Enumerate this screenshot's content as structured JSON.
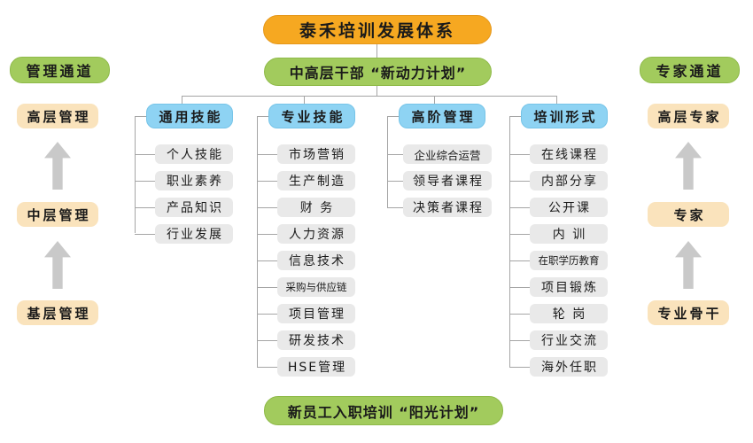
{
  "title": "泰禾培训发展体系",
  "subtitle": "中高层干部 “新动力计划”",
  "footer": "新员工入职培训 “阳光计划”",
  "left_channel": {
    "title": "管理通道",
    "levels": [
      "高层管理",
      "中层管理",
      "基层管理"
    ]
  },
  "right_channel": {
    "title": "专家通道",
    "levels": [
      "高层专家",
      "专家",
      "专业骨干"
    ]
  },
  "columns": [
    {
      "header": "通用技能",
      "items": [
        "个人技能",
        "职业素养",
        "产品知识",
        "行业发展"
      ]
    },
    {
      "header": "专业技能",
      "items": [
        "市场营销",
        "生产制造",
        "财 务",
        "人力资源",
        "信息技术",
        "采购与供应链",
        "项目管理",
        "研发技术",
        "HSE管理"
      ]
    },
    {
      "header": "高阶管理",
      "items": [
        "企业综合运营",
        "领导者课程",
        "决策者课程"
      ]
    },
    {
      "header": "培训形式",
      "items": [
        "在线课程",
        "内部分享",
        "公开课",
        "内 训",
        "在职学历教育",
        "项目锻炼",
        "轮 岗",
        "行业交流",
        "海外任职"
      ]
    }
  ],
  "colors": {
    "title_orange": "#f6a821",
    "program_green": "#a2cb5d",
    "header_blue": "#8ed3f3",
    "level_tan": "#fae3bc",
    "item_gray": "#e9e9e9",
    "line_gray": "#a5a5a5",
    "arrow_gray": "#c9c9c9"
  }
}
